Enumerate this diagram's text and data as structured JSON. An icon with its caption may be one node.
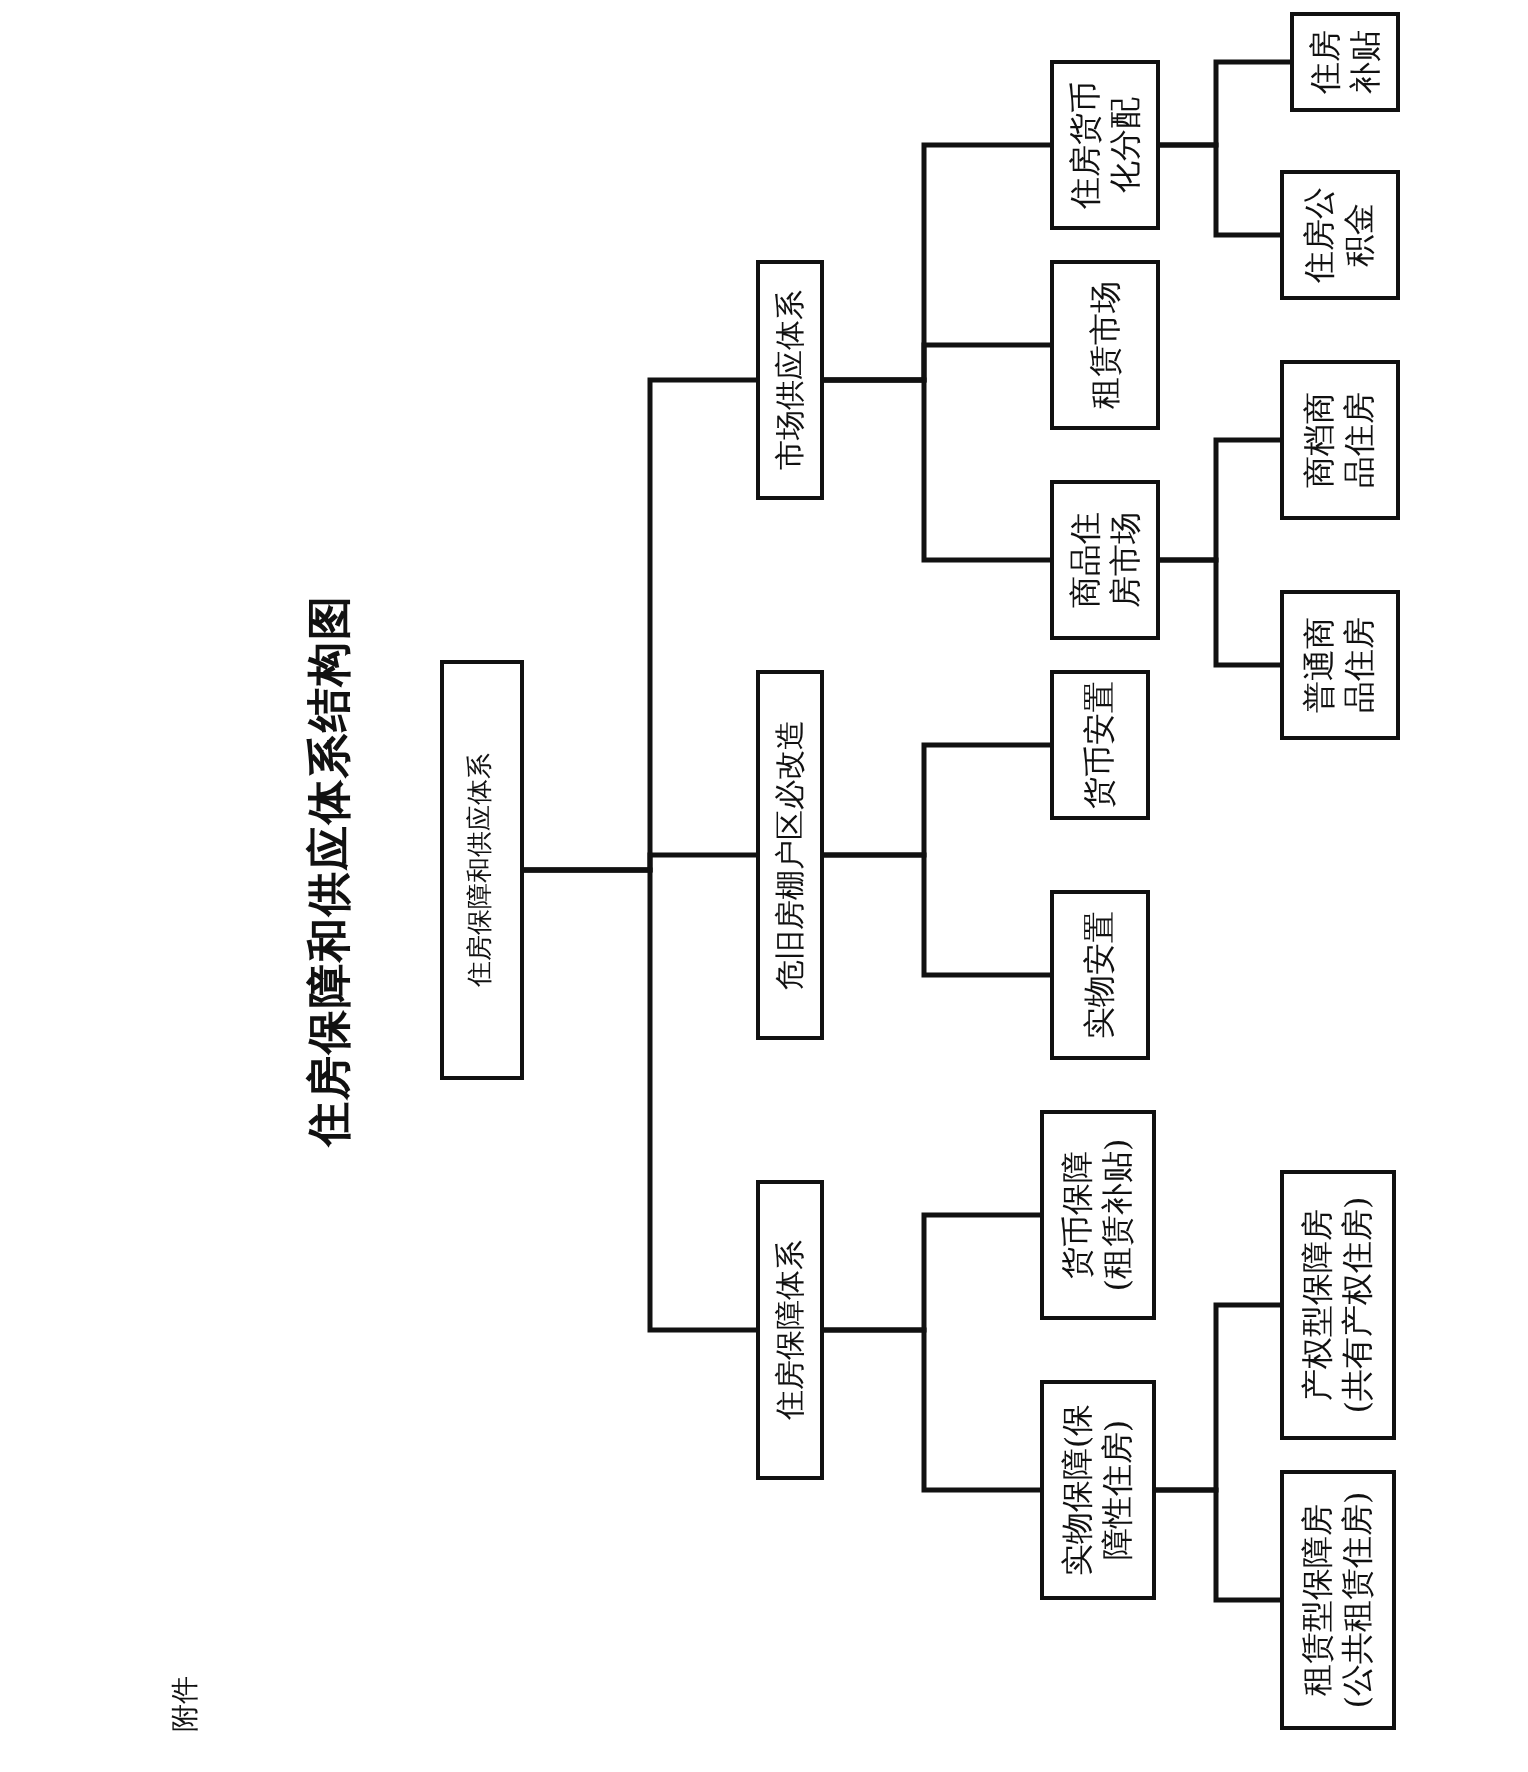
{
  "diagram": {
    "title": "住房保障和供应体系结构图",
    "nodes": [
      {
        "text": [
          "住房保障和供应体系"
        ]
      },
      {
        "text": [
          "住房保障体系"
        ]
      },
      {
        "text": [
          "危旧房棚户区必改造"
        ]
      },
      {
        "text": [
          "市场供应体系"
        ]
      },
      {
        "text": [
          "实物保障(保障性住房)"
        ]
      },
      {
        "text": [
          "货币保障(租赁补贴)"
        ]
      },
      {
        "text": [
          "实物安置"
        ]
      },
      {
        "text": [
          "货币安置"
        ]
      },
      {
        "text": [
          "商品住房市场"
        ]
      },
      {
        "text": [
          "租赁市场"
        ]
      },
      {
        "text": [
          "住房货币化分配"
        ]
      },
      {
        "text": [
          "租赁型保障房(公共租赁住房)"
        ]
      },
      {
        "text": [
          "产权型保障房(共有产权住房)"
        ]
      },
      {
        "text": [
          "普通商品住房"
        ]
      },
      {
        "text": [
          "商档商品住房"
        ]
      },
      {
        "text": [
          "住房公积金"
        ]
      },
      {
        "text": [
          "住房补贴"
        ]
      }
    ],
    "edges": [
      {
        "from": 0,
        "to": 1,
        "arrow": "none"
      },
      {
        "from": 0,
        "to": 2,
        "arrow": "none"
      },
      {
        "from": 0,
        "to": 3,
        "arrow": "none"
      },
      {
        "from": 1,
        "to": 4,
        "arrow": "none"
      },
      {
        "from": 1,
        "to": 5,
        "arrow": "none"
      },
      {
        "from": 2,
        "to": 6,
        "arrow": "none"
      },
      {
        "from": 2,
        "to": 7,
        "arrow": "none"
      },
      {
        "from": 3,
        "to": 8,
        "arrow": "none"
      },
      {
        "from": 3,
        "to": 9,
        "arrow": "none"
      },
      {
        "from": 3,
        "to": 10,
        "arrow": "none"
      },
      {
        "from": 4,
        "to": 11,
        "arrow": "none"
      },
      {
        "from": 4,
        "to": 12,
        "arrow": "none"
      },
      {
        "from": 8,
        "to": 13,
        "arrow": "none"
      },
      {
        "from": 8,
        "to": 14,
        "arrow": "none"
      },
      {
        "from": 10,
        "to": 15,
        "arrow": "none"
      },
      {
        "from": 10,
        "to": 16,
        "arrow": "none"
      }
    ],
    "labels": [
      "附件"
    ]
  }
}
